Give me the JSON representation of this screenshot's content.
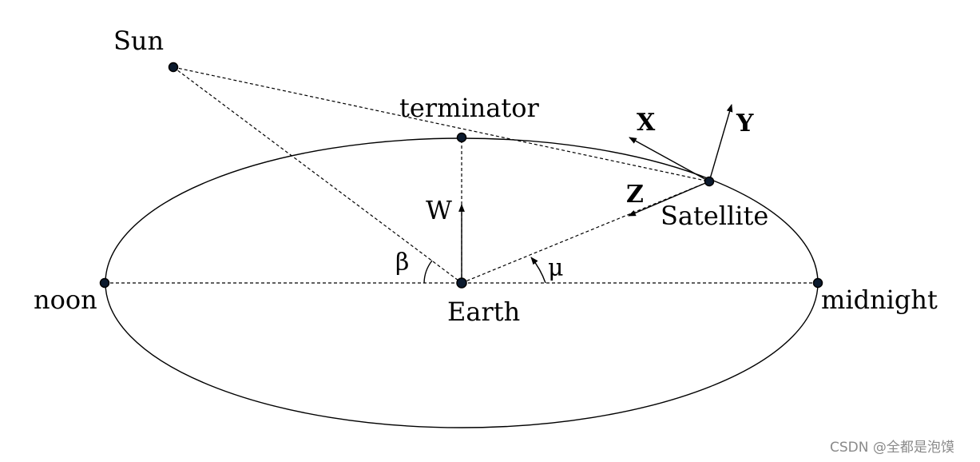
{
  "labels": {
    "sun": "Sun",
    "terminator": "terminator",
    "noon": "noon",
    "midnight": "midnight",
    "earth": "Earth",
    "satellite": "Satellite",
    "w_axis": "W",
    "x_axis": "X",
    "y_axis": "Y",
    "z_axis": "Z",
    "beta": "β",
    "mu": "μ"
  },
  "watermark": "CSDN @全都是泡馍"
}
